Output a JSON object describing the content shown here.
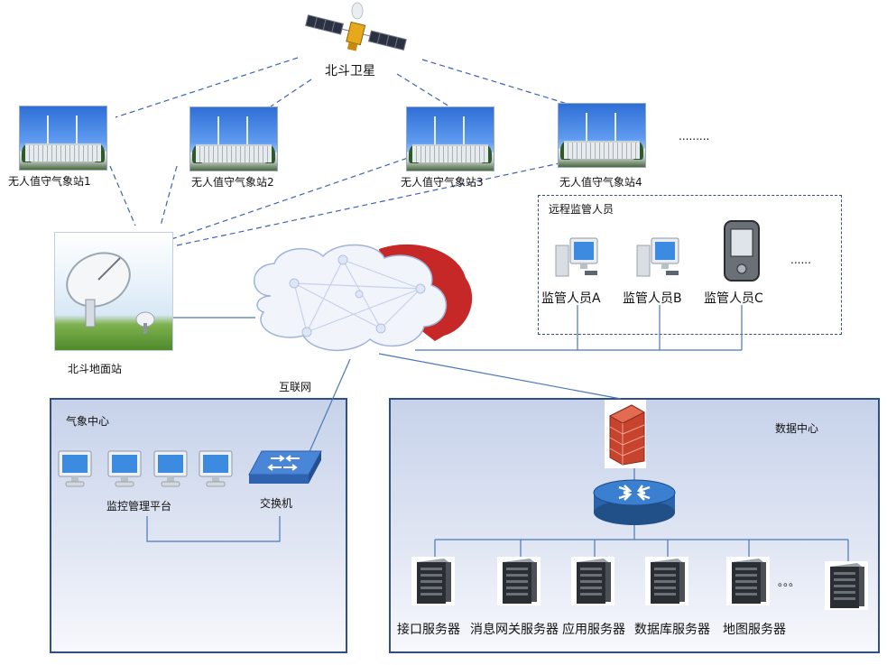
{
  "satellite": {
    "label": "北斗卫星",
    "icon": "satellite-icon"
  },
  "stations": [
    {
      "label": "无人值守气象站1"
    },
    {
      "label": "无人值守气象站2"
    },
    {
      "label": "无人值守气象站3"
    },
    {
      "label": "无人值守气象站4"
    }
  ],
  "station_more": ".........",
  "ground_station": {
    "label": "北斗地面站",
    "icon": "satellite-dish-icon"
  },
  "internet": {
    "label": "互联网",
    "icon": "cloud-network-icon"
  },
  "remote": {
    "title": "远程监管人员",
    "people": [
      {
        "label": "监管人员A",
        "icon": "desktop-computer-icon"
      },
      {
        "label": "监管人员B",
        "icon": "desktop-computer-icon"
      },
      {
        "label": "监管人员C",
        "icon": "handheld-device-icon"
      }
    ],
    "more": "......"
  },
  "weather_center": {
    "title": "气象中心",
    "platform_label": "监控管理平台",
    "switch_label": "交换机",
    "monitor_icon": "monitor-icon",
    "switch_icon": "network-switch-icon"
  },
  "data_center": {
    "title": "数据中心",
    "firewall_icon": "firewall-icon",
    "router_icon": "router-icon",
    "servers": [
      {
        "label": "接口服务器"
      },
      {
        "label": "消息网关服务器"
      },
      {
        "label": "应用服务器"
      },
      {
        "label": "数据库服务器"
      },
      {
        "label": "地图服务器"
      }
    ],
    "server_more": "。。。"
  },
  "colors": {
    "panel_border": "#2f4f86",
    "dashed_link": "#3f63b0",
    "link": "#4a78b8",
    "firewall": "#c8432e"
  }
}
